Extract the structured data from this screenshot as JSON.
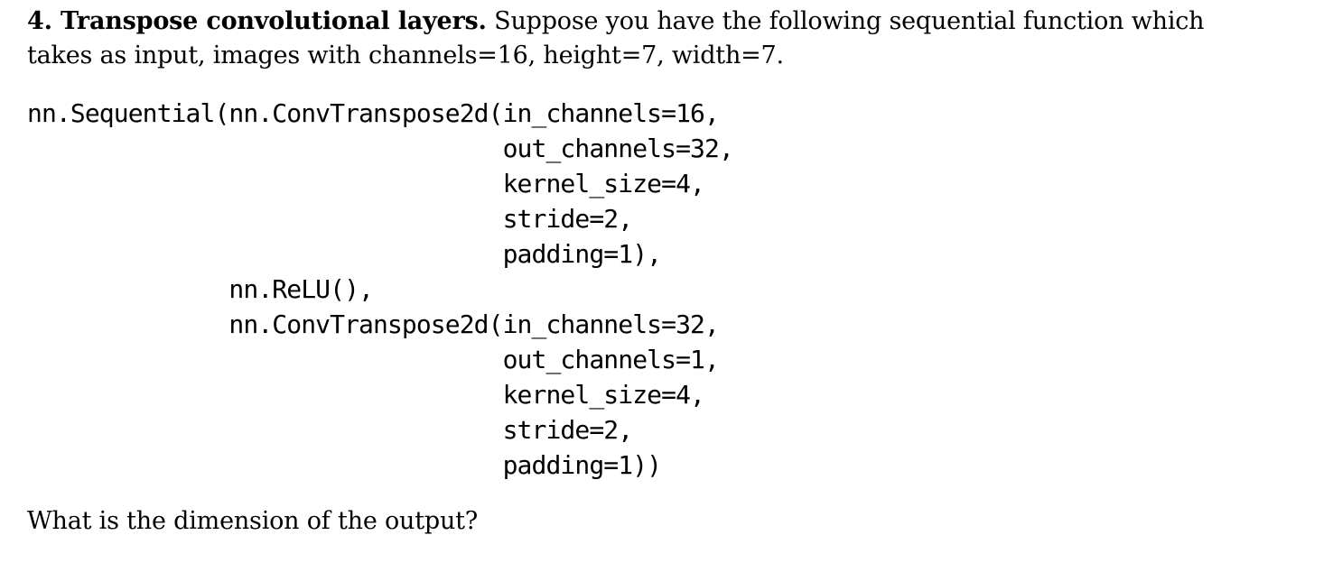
{
  "page": {
    "background_color": "#ffffff",
    "text_color": "#000000"
  },
  "intro": {
    "heading": "4. Transpose convolutional layers.",
    "line1": "Suppose you have the following sequential function which",
    "line2": "takes as input, images with channels=16, height=7, width=7."
  },
  "code": {
    "language": "python",
    "lines": [
      "nn.Sequential(nn.ConvTranspose2d(in_channels=16,",
      "                                 out_channels=32,",
      "                                 kernel_size=4,",
      "                                 stride=2,",
      "                                 padding=1),",
      "              nn.ReLU(),",
      "              nn.ConvTranspose2d(in_channels=32,",
      "                                 out_channels=1,",
      "                                 kernel_size=4,",
      "                                 stride=2,",
      "                                 padding=1))"
    ]
  },
  "question": {
    "text": "What is the dimension of the output?"
  }
}
